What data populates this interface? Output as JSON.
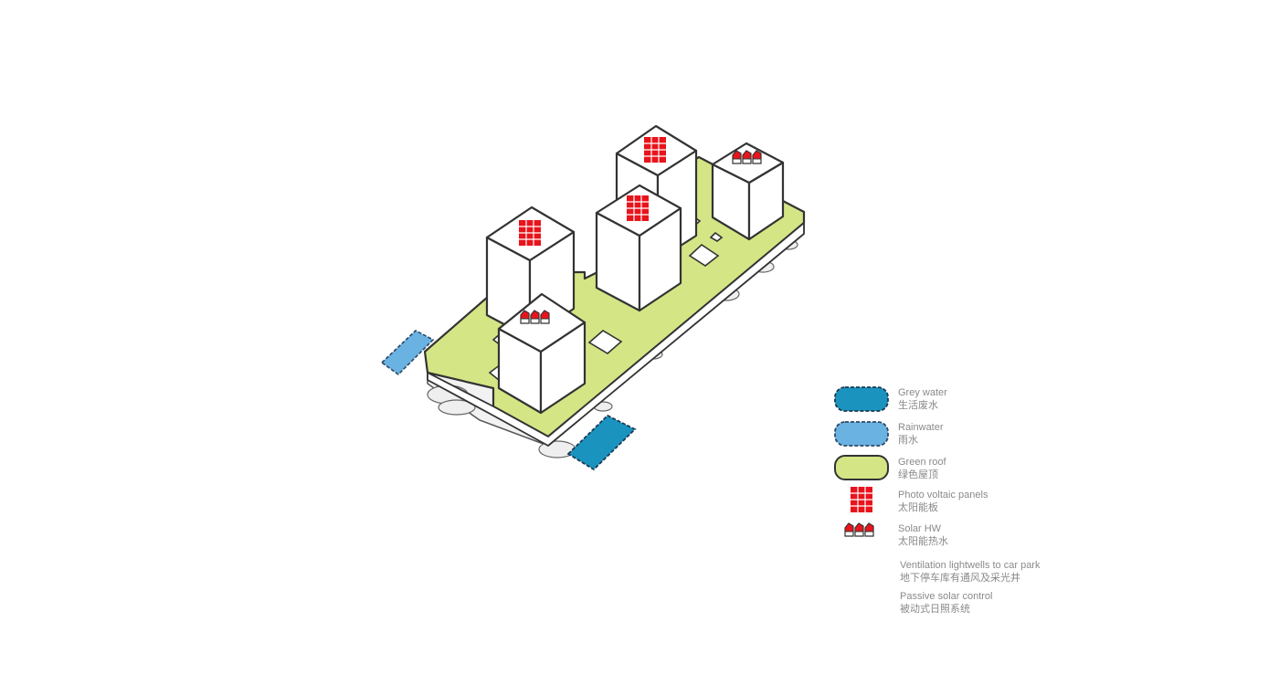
{
  "colors": {
    "grey_water": "#1a93bf",
    "rainwater": "#6ab2e2",
    "green_roof": "#d4e585",
    "pv_red": "#e8141c",
    "outline": "#333333",
    "building": "#ffffff",
    "legend_text": "#8a8a8a"
  },
  "legend": [
    {
      "en": "Grey water",
      "zh": "生活废水",
      "swatch": "grey-water"
    },
    {
      "en": "Rainwater",
      "zh": "雨水",
      "swatch": "rainwater"
    },
    {
      "en": "Green roof",
      "zh": "绿色屋顶",
      "swatch": "green-roof"
    },
    {
      "en": "Photo voltaic panels",
      "zh": "太阳能板",
      "swatch": "photovoltaic-icon"
    },
    {
      "en": "Solar HW",
      "zh": "太阳能热水",
      "swatch": "solar-hot-water-icon"
    },
    {
      "en": "Ventilation lightwells to car park",
      "zh": "地下停车库有通风及采光井",
      "swatch": "none"
    },
    {
      "en": "Passive solar control",
      "zh": "被动式日照系统",
      "swatch": "none"
    }
  ]
}
